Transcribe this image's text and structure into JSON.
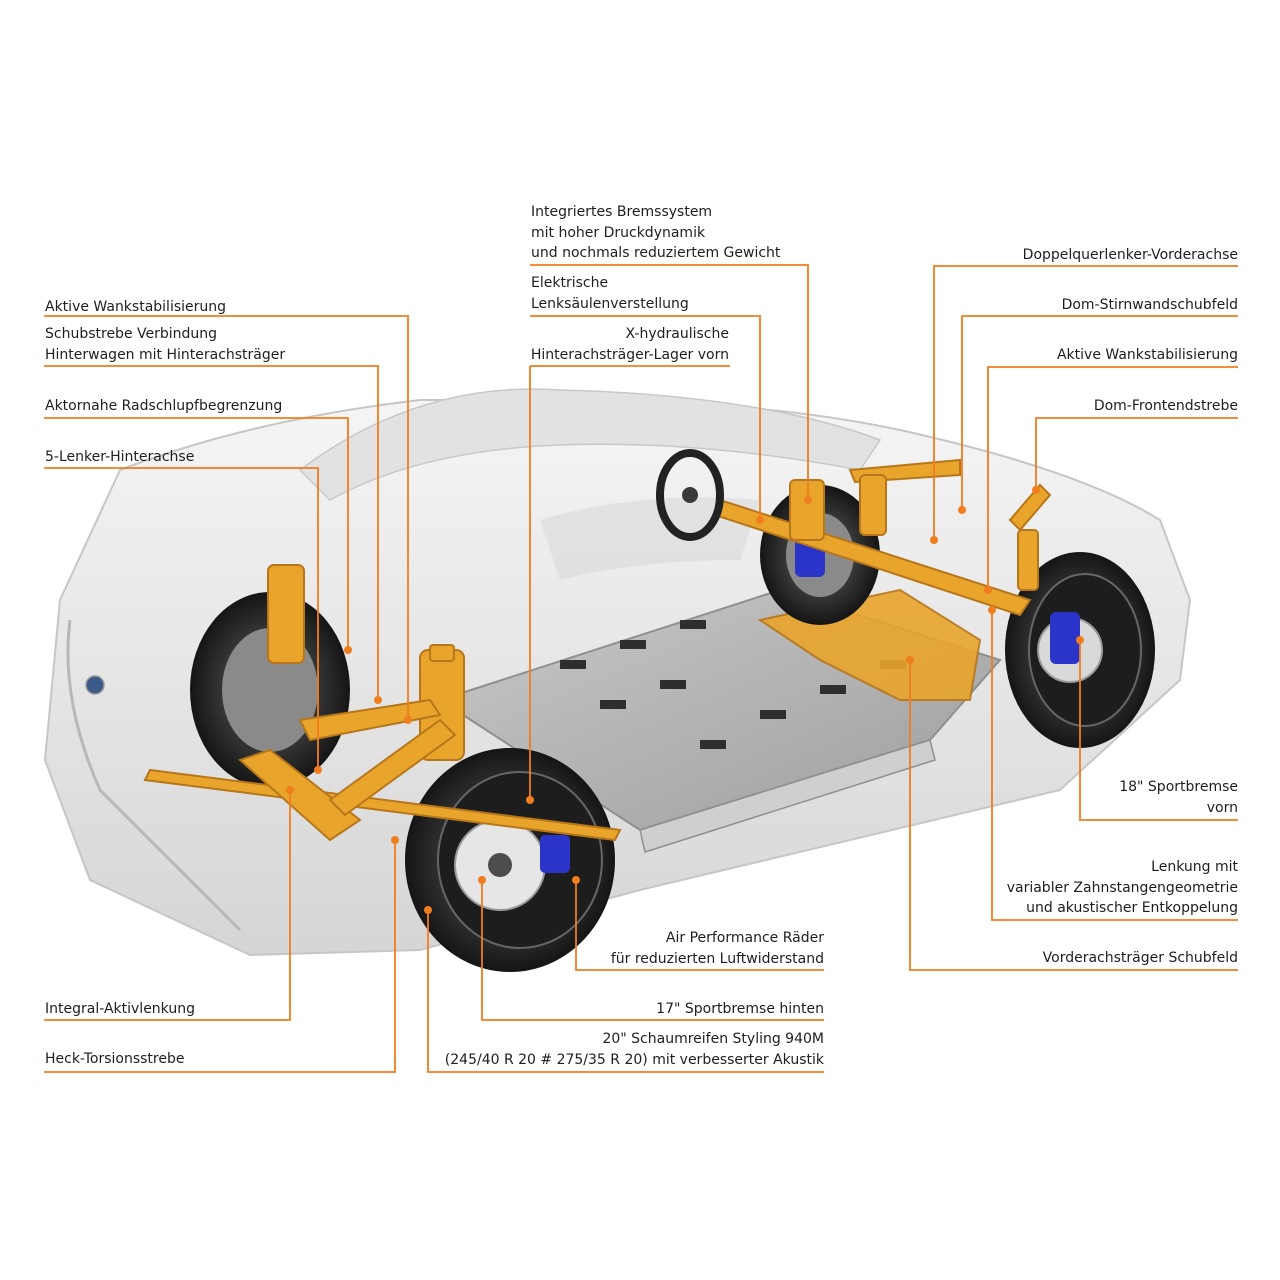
{
  "colors": {
    "leader_line": "#f07d1e",
    "components": "#e9a52b",
    "brake_caliper": "#2b34c9",
    "body_shell": "#e6e6e6",
    "text": "#1e1e1e"
  },
  "labels": {
    "bremssystem": [
      "Integriertes Bremssystem",
      "mit hoher Druckdynamik",
      "und nochmals reduziertem Gewicht"
    ],
    "lenksaeule": [
      "Elektrische",
      "Lenksäulenverstellung"
    ],
    "x_hydraulisch": [
      "X-hydraulische",
      "Hinterachsträger-Lager vorn"
    ],
    "wank_hinten": [
      "Aktive Wankstabilisierung"
    ],
    "schubstrebe": [
      "Schubstrebe Verbindung",
      "Hinterwagen mit Hinterachsträger"
    ],
    "radschlupf": [
      "Aktornahe Radschlupfbegrenzung"
    ],
    "fuenf_lenker": [
      "5-Lenker-Hinterachse"
    ],
    "integral": [
      "Integral-Aktivlenkung"
    ],
    "heck_torsion": [
      "Heck-Torsionsstrebe"
    ],
    "doppelquerlenker": [
      "Doppelquerlenker-Vorderachse"
    ],
    "dom_stirnwand": [
      "Dom-Stirnwandschubfeld"
    ],
    "wank_vorn": [
      "Aktive Wankstabilisierung"
    ],
    "dom_front": [
      "Dom-Frontendstrebe"
    ],
    "sportbremse_vorn": [
      "18\" Sportbremse",
      "vorn"
    ],
    "lenkung": [
      "Lenkung mit",
      "variabler Zahnstangengeometrie",
      "und akustischer Entkoppelung"
    ],
    "vorderachstraeger": [
      "Vorderachsträger Schubfeld"
    ],
    "air_performance": [
      "Air Performance Räder",
      "für reduzierten Luftwiderstand"
    ],
    "sportbremse_hinten": [
      "17\" Sportbremse hinten"
    ],
    "schaumreifen": [
      "20\" Schaumreifen Styling 940M",
      "(245/40 R 20 # 275/35 R 20) mit verbesserter Akustik"
    ]
  }
}
